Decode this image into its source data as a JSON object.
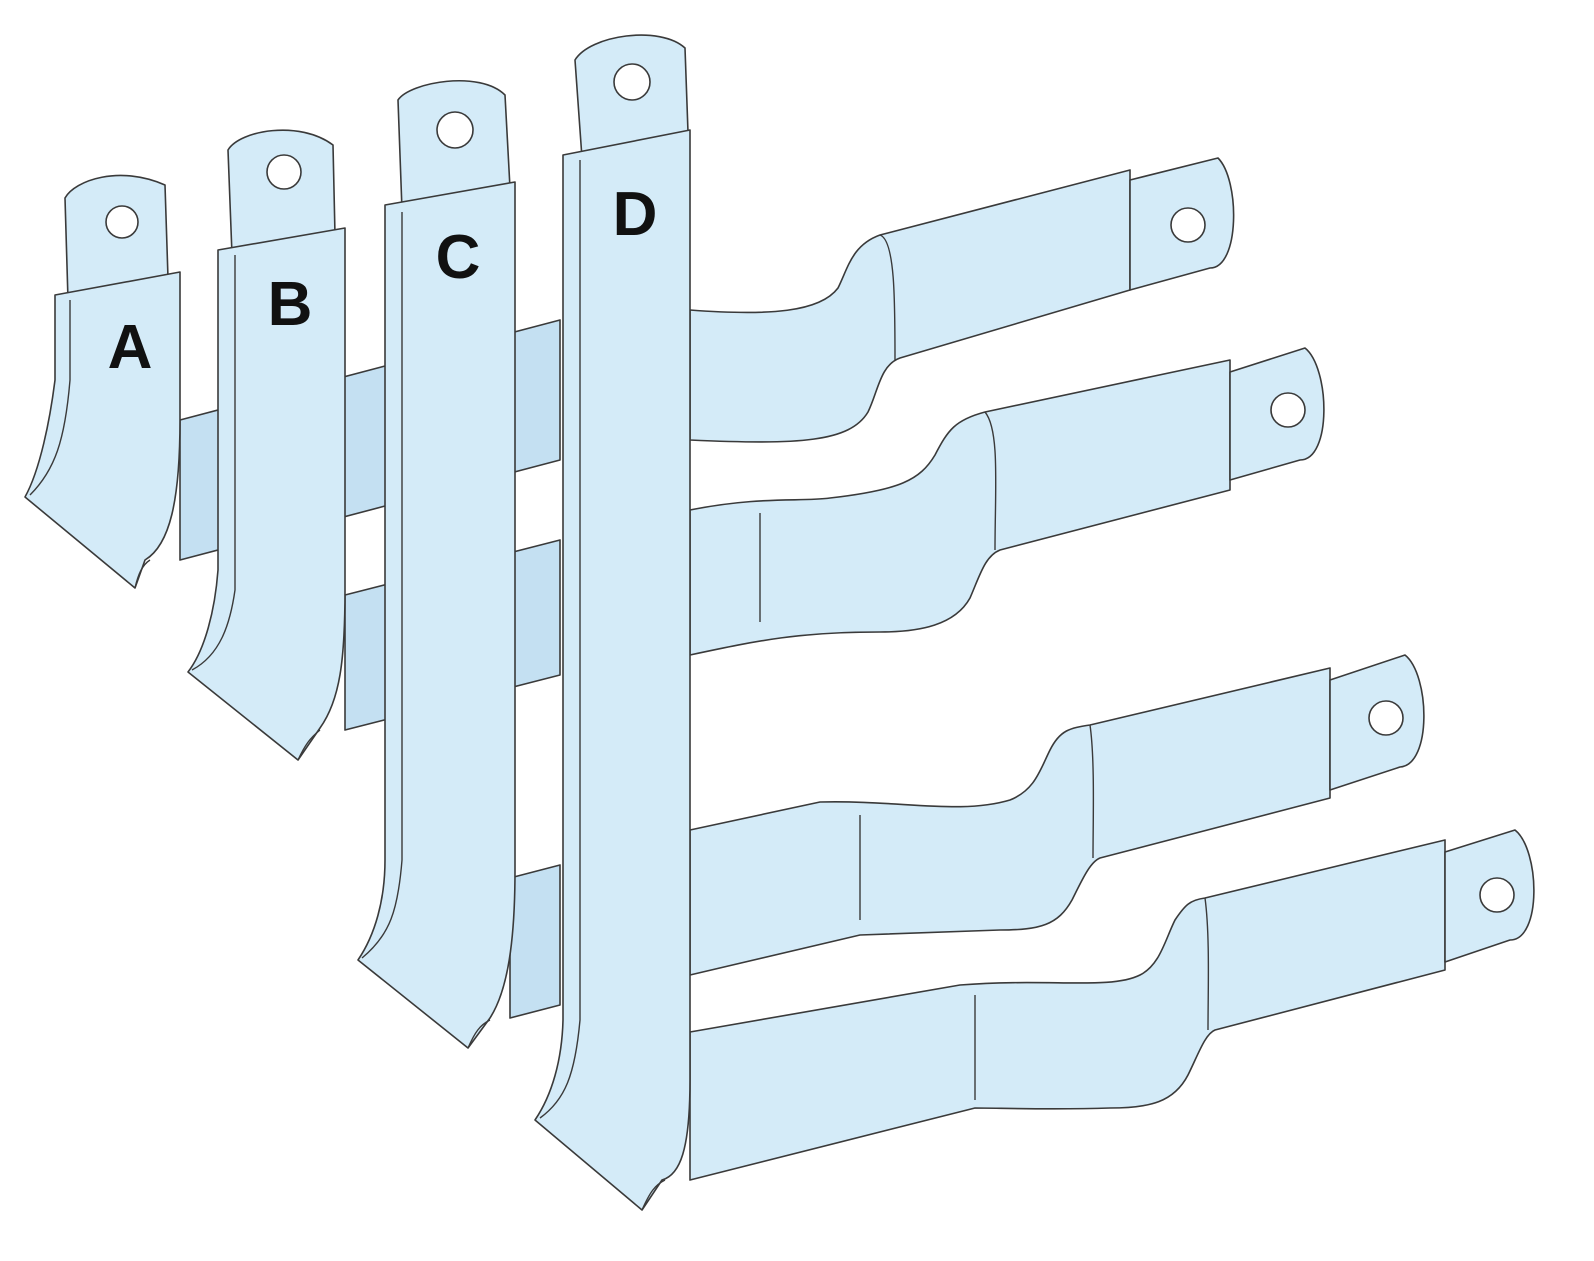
{
  "labels": {
    "a": "A",
    "b": "B",
    "c": "C",
    "d": "D"
  },
  "colors": {
    "metal": "#d4ebf8",
    "outline": "#3a3a3a",
    "label": "#111111"
  }
}
